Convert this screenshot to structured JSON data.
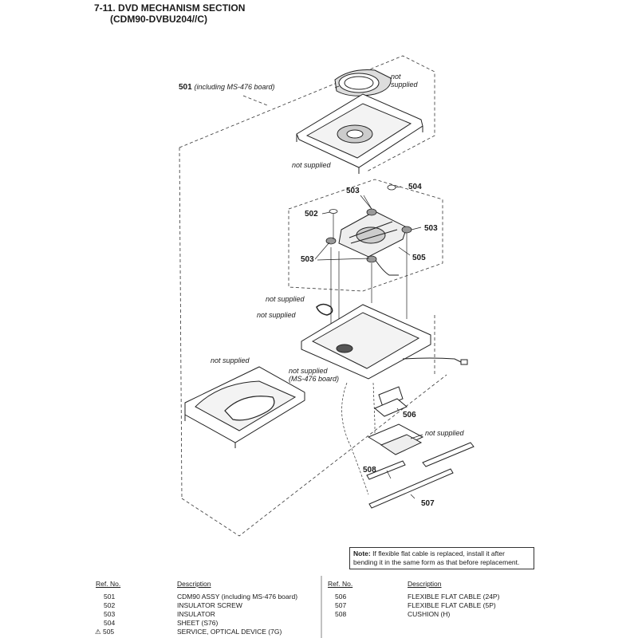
{
  "title": {
    "line1": "7-11.  DVD  MECHANISM  SECTION",
    "line2": "(CDM90-DVBU204//C)"
  },
  "callouts": {
    "c501_num": "501",
    "c501_note": "(including MS-476 board)",
    "ns_top": "not\nsupplied",
    "ns_tray": "not supplied",
    "ns_belt": "not supplied",
    "ns_chassis": "not supplied",
    "ns_cover": "not supplied",
    "ns_ms476": "not supplied\n(MS-476 board)",
    "ns_board": "not supplied",
    "c502": "502",
    "c503a": "503",
    "c503b": "503",
    "c503c": "503",
    "c504": "504",
    "c505": "505",
    "c506": "506",
    "c507": "507",
    "c508": "508"
  },
  "note": {
    "label": "Note:",
    "text": "If flexible flat cable is replaced, install it after bending it in the same form as that before replacement."
  },
  "parts_table": {
    "hdr_ref": "Ref. No.",
    "hdr_desc": "Description",
    "left": [
      {
        "ref": "501",
        "desc": "CDM90 ASSY (including MS-476 board)"
      },
      {
        "ref": "502",
        "desc": "INSULATOR SCREW"
      },
      {
        "ref": "503",
        "desc": "INSULATOR"
      },
      {
        "ref": "504",
        "desc": "SHEET (S76)"
      },
      {
        "ref": "⚠ 505",
        "desc": "SERVICE, OPTICAL DEVICE (7G)"
      }
    ],
    "right": [
      {
        "ref": "506",
        "desc": "FLEXIBLE FLAT CABLE (24P)"
      },
      {
        "ref": "507",
        "desc": "FLEXIBLE FLAT CABLE (5P)"
      },
      {
        "ref": "508",
        "desc": "CUSHION (H)"
      }
    ]
  }
}
